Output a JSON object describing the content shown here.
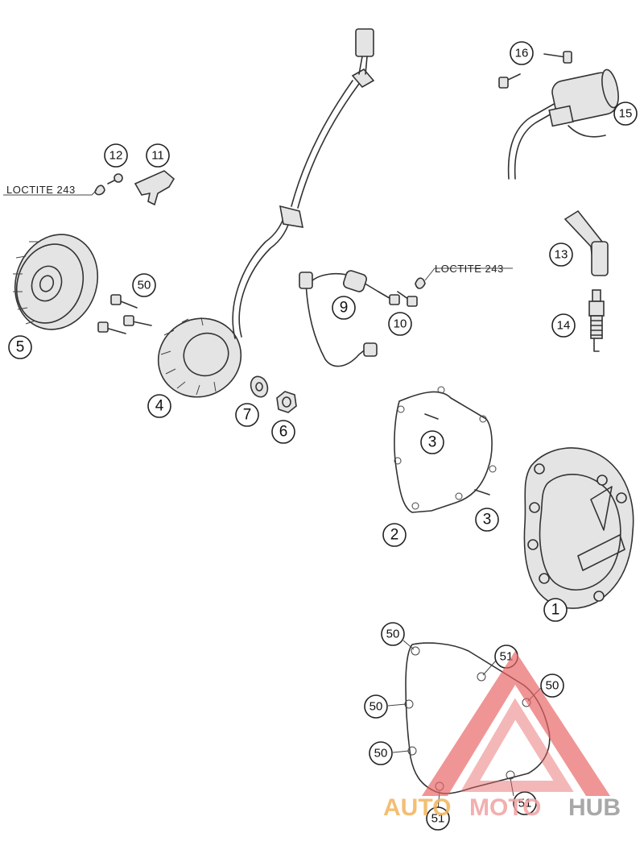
{
  "labels": {
    "loctite_1": "LOCTITE 243",
    "loctite_2": "LOCTITE 243"
  },
  "callouts": {
    "c1": "1",
    "c2": "2",
    "c3a": "3",
    "c3b": "3",
    "c4": "4",
    "c5": "5",
    "c6": "6",
    "c7": "7",
    "c9": "9",
    "c10": "10",
    "c11": "11",
    "c12": "12",
    "c13": "13",
    "c14": "14",
    "c15": "15",
    "c16": "16",
    "c50a": "50",
    "c50b": "50",
    "c50c": "50",
    "c50d": "50",
    "c50e": "50",
    "c51a": "51",
    "c51b": "51",
    "c51c": "51"
  },
  "watermark": {
    "auto": "AUTO",
    "moto": "MOTO",
    "hub": "HUB",
    "colors": {
      "auto": "#f3b35a",
      "moto": "#f2a2a2",
      "hub": "#9a9a9a",
      "triangle": "#e86464"
    }
  }
}
